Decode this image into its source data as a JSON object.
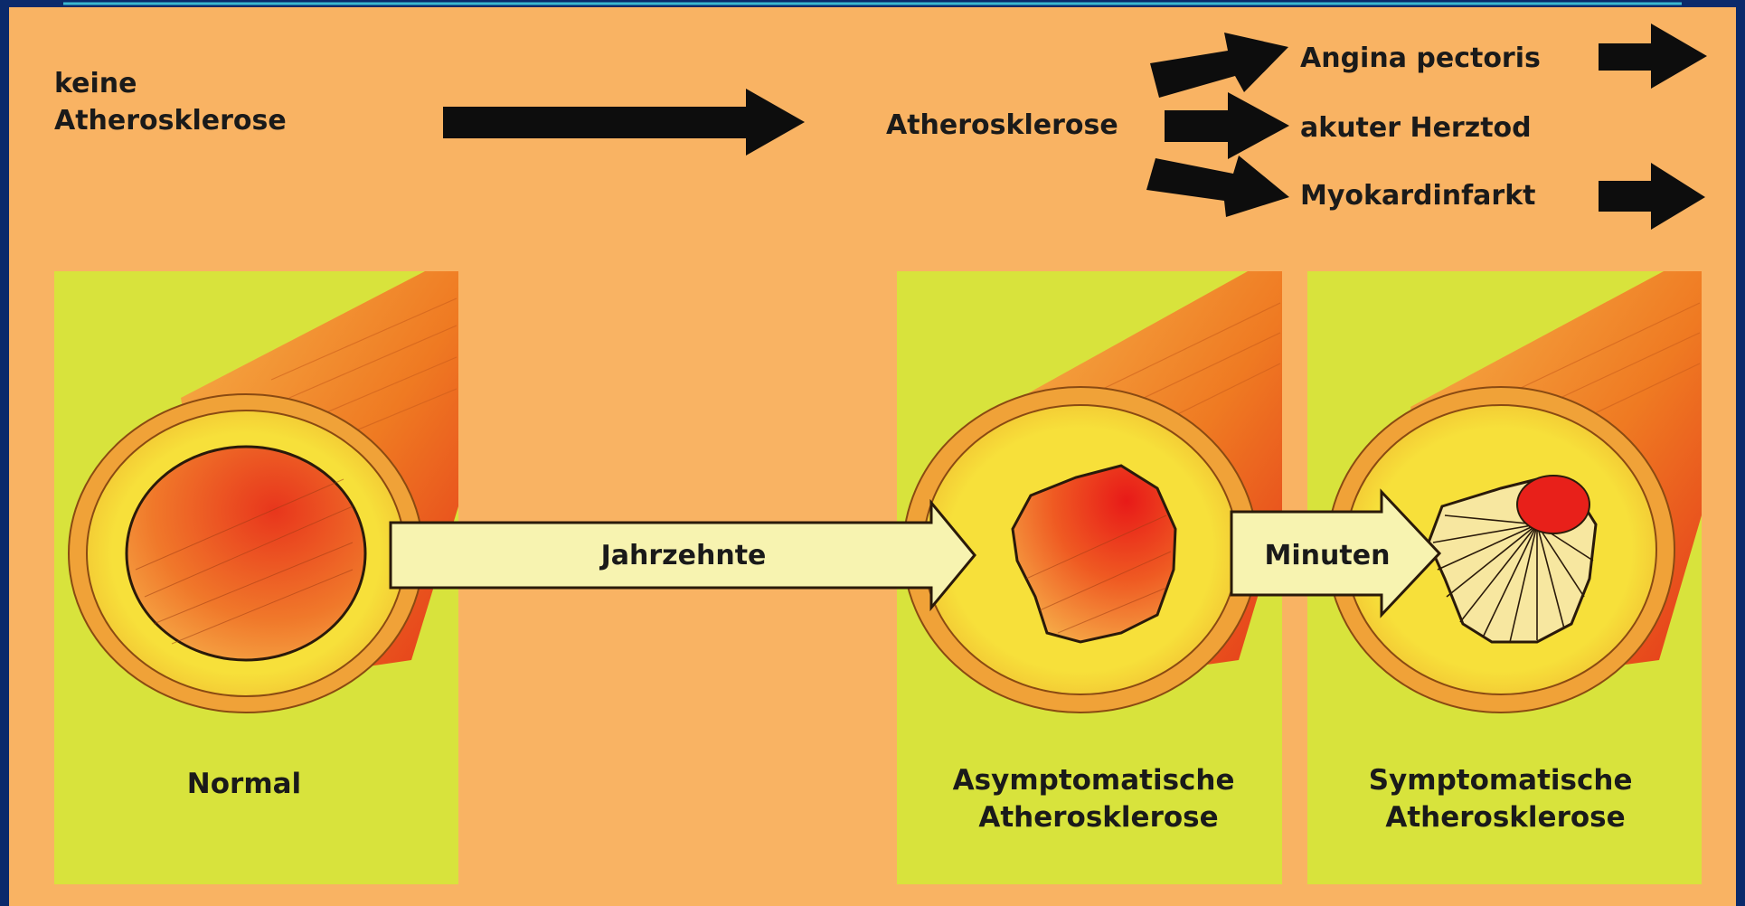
{
  "top_labels": {
    "start": [
      "keine",
      "Atherosklerose"
    ],
    "middle": "Atherosklerose",
    "outcomes": [
      "Angina pectoris",
      "akuter Herztod",
      "Myokardinfarkt"
    ]
  },
  "transitions": {
    "first": "Jahrzehnte",
    "second": "Minuten"
  },
  "panels": [
    {
      "caption": [
        "Normal"
      ]
    },
    {
      "caption": [
        "Asymptomatische",
        "Atherosklerose"
      ]
    },
    {
      "caption": [
        "Symptomatische",
        "Atherosklerose"
      ]
    }
  ],
  "colors": {
    "background": "#f9b363",
    "panel": "#d8e33c",
    "vessel_wall": "#f2d02c",
    "vessel_outer": "#f0a238",
    "lumen_red": "#e8201a",
    "arrow_black": "#0d0d0d",
    "arrow_light": "#f7f3b0",
    "frame": "#0b2a6b"
  }
}
